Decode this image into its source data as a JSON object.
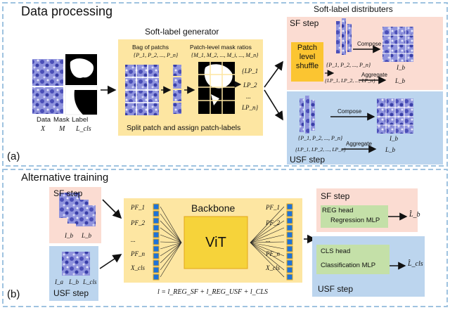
{
  "panel_a": {
    "title": "Data processing",
    "tag": "(a)",
    "data_labels": {
      "data": "Data",
      "mask": "Mask",
      "label": "Label",
      "x": "X",
      "m": "M",
      "lcls": "L_cls"
    },
    "generator": {
      "title": "Soft-label generator",
      "bag_title": "Bag of patchs",
      "bag_set": "{P_1, P_2, ..., P_n}",
      "ratio_title": "Patch-level mask ratios",
      "ratio_set": "{M_1, M_2, ..., M_i, ..., M_n}",
      "lp_items": [
        "{LP_1",
        "LP_2",
        "...",
        "LP_n}"
      ],
      "caption": "Split patch and assign patch-labels"
    },
    "distributers": {
      "title": "Soft-label distributers",
      "sf_step": "SF step",
      "shuffle": [
        "Patch",
        "level",
        "shuffle"
      ],
      "sf_p_set": "{P_1, P_2, ..., P_n}",
      "sf_lp_set": "{LP_1, LP_2, ..., LP_n}",
      "compose": "Compose",
      "aggregate": "Aggregate",
      "ib": "I_b",
      "lb": "L_b",
      "usf_step": "USF step",
      "usf_p_set": "{P_1, P_2, ..., P_n}",
      "usf_lp_set": "{LP_1, LP_2, ..., LP_n}",
      "usf_compose": "Compose",
      "usf_aggregate": "Aggregate",
      "usf_ib": "I_b",
      "usf_lb": "L_b"
    }
  },
  "panel_b": {
    "title": "Alternative training",
    "tag": "(b)",
    "sf_step": "SF step",
    "usf_step": "USF step",
    "sf_labels": {
      "ib": "I_b",
      "lb": "L_b"
    },
    "usf_labels": {
      "ia": "I_a",
      "lb": "L_b",
      "lcls": "L_cls"
    },
    "backbone": "Backbone",
    "vit": "ViT",
    "pf_left": [
      "PF_1",
      "PF_2",
      "...",
      "PF_n",
      "X_cls"
    ],
    "pf_right": [
      "PF_1",
      "PF_2",
      "...",
      "PF_n",
      "X_cls"
    ],
    "loss": "l = l_REG_SF + l_REG_USF + l_CLS",
    "sf_head_step": "SF step",
    "reg_head": "REG head",
    "reg_mlp": "Regression MLP",
    "reg_out": "L̂_b",
    "cls_head": "CLS head",
    "cls_mlp": "Classification MLP",
    "cls_out": "L̂_cls",
    "usf_head_step": "USF step"
  },
  "colors": {
    "dashed_border": "#9fc3e0",
    "generator_bg": "#fde6a2",
    "sf_bg": "#fbdcd2",
    "usf_bg": "#bcd5ee",
    "shuffle_bg": "#fbc531",
    "backbone_bg": "#fde6a2",
    "vit_bg": "#f6d33a",
    "token_fill": "#1e73d8",
    "token_border": "#e2a71a",
    "head_bg": "#c4e0a8",
    "patch_color": "#5a5fc6"
  }
}
